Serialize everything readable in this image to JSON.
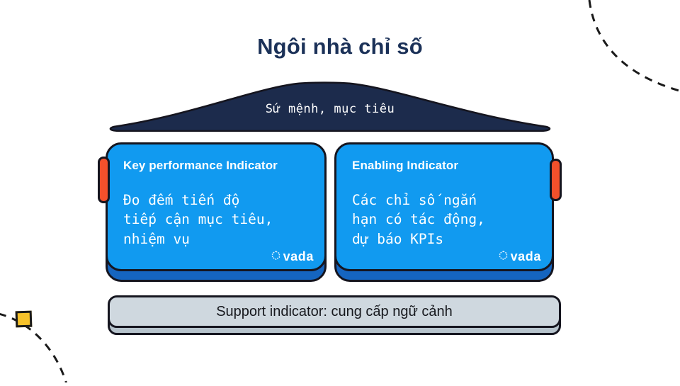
{
  "title": "Ngôi nhà chỉ số",
  "roof": {
    "label": "Sứ mệnh, mục tiêu"
  },
  "boxes": [
    {
      "title": "Key performance Indicator",
      "body": "Đo đếm tiến độ\ntiếp cận mục tiêu,\nnhiệm vụ",
      "logo_text": "vada"
    },
    {
      "title": "Enabling Indicator",
      "body": "Các chỉ số ngắn\nhạn có tác động,\ndự báo KPIs",
      "logo_text": "vada"
    }
  ],
  "support_bar": {
    "label": "Support indicator: cung cấp ngữ cảnh"
  },
  "colors": {
    "navy": "#1c2b4c",
    "blue": "#119af0",
    "blue_dark": "#1565c0",
    "orange": "#f4502b",
    "gray": "#cfd8df",
    "gray_dark": "#b6c3cc",
    "yellow": "#f6c22b",
    "ink": "#15151f",
    "title_text": "#1b3158"
  }
}
